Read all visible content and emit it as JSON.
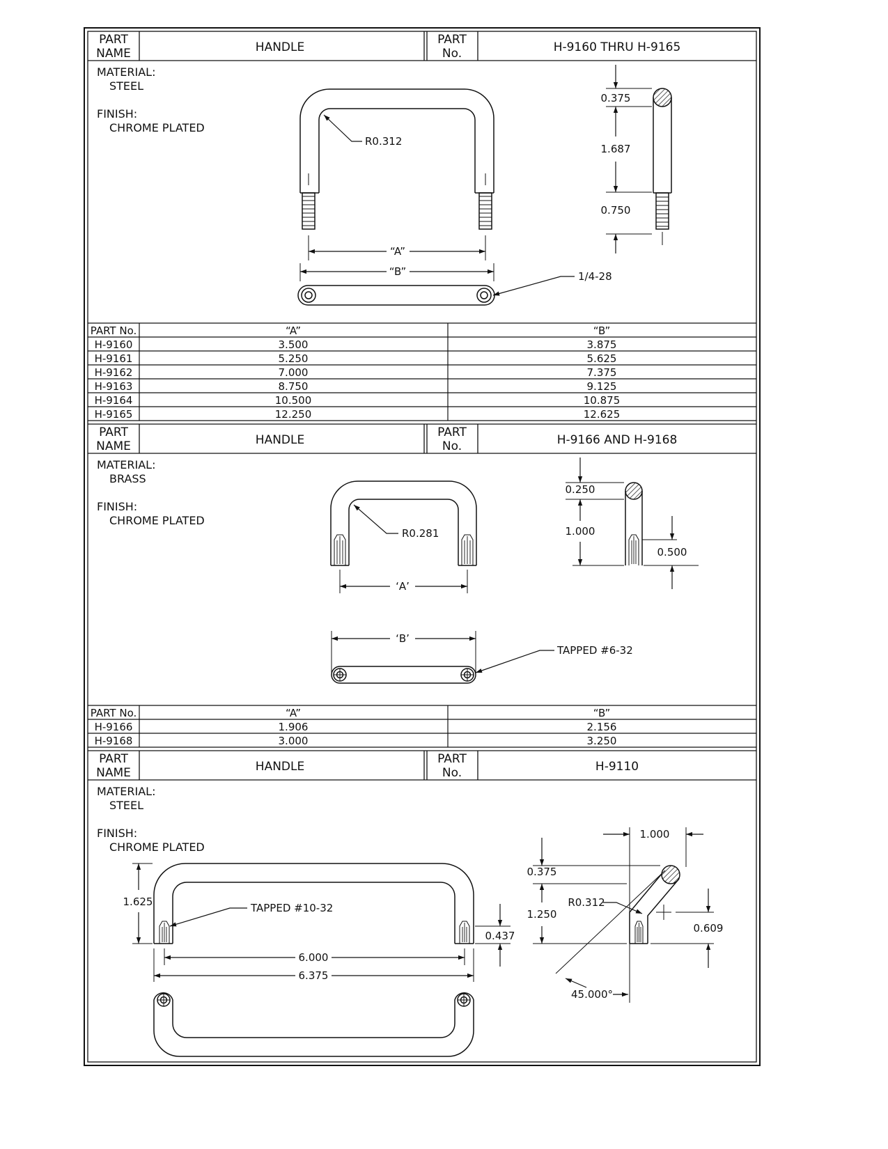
{
  "sections": [
    {
      "part_name_label": [
        "PART",
        "NAME"
      ],
      "part_name": "HANDLE",
      "part_no_label": [
        "PART",
        "No."
      ],
      "part_no": "H-9160  THRU  H-9165",
      "material_label": "MATERIAL:",
      "material": "STEEL",
      "finish_label": "FINISH:",
      "finish": "CHROME PLATED",
      "callouts": {
        "radius": "R0.312",
        "a": "“A”",
        "b": "“B”",
        "thread": "1/4-28"
      },
      "dims": {
        "dia": "0.375",
        "height": "1.687",
        "stud": "0.750"
      },
      "table": {
        "headers": [
          "PART No.",
          "“A”",
          "“B”"
        ],
        "rows": [
          [
            "H-9160",
            "3.500",
            "3.875"
          ],
          [
            "H-9161",
            "5.250",
            "5.625"
          ],
          [
            "H-9162",
            "7.000",
            "7.375"
          ],
          [
            "H-9163",
            "8.750",
            "9.125"
          ],
          [
            "H-9164",
            "10.500",
            "10.875"
          ],
          [
            "H-9165",
            "12.250",
            "12.625"
          ]
        ]
      }
    },
    {
      "part_name_label": [
        "PART",
        "NAME"
      ],
      "part_name": "HANDLE",
      "part_no_label": [
        "PART",
        "No."
      ],
      "part_no": "H-9166  AND  H-9168",
      "material_label": "MATERIAL:",
      "material": "BRASS",
      "finish_label": "FINISH:",
      "finish": "CHROME PLATED",
      "callouts": {
        "radius": "R0.281",
        "a": "‘A’",
        "b": "‘B’",
        "thread": "TAPPED #6-32"
      },
      "dims": {
        "dia": "0.250",
        "height": "1.000",
        "tap": "0.500"
      },
      "table": {
        "headers": [
          "PART No.",
          "“A”",
          "“B”"
        ],
        "rows": [
          [
            "H-9166",
            "1.906",
            "2.156"
          ],
          [
            "H-9168",
            "3.000",
            "3.250"
          ]
        ]
      }
    },
    {
      "part_name_label": [
        "PART",
        "NAME"
      ],
      "part_name": "HANDLE",
      "part_no_label": [
        "PART",
        "No."
      ],
      "part_no": "H-9110",
      "material_label": "MATERIAL:",
      "material": "STEEL",
      "finish_label": "FINISH:",
      "finish": "CHROME PLATED",
      "callouts": {
        "thread": "TAPPED #10-32",
        "radius": "R0.312",
        "angle": "45.000°"
      },
      "dims": {
        "height": "1.625",
        "tap": "0.437",
        "inner": "6.000",
        "outer": "6.375",
        "offset": "1.000",
        "dia": "0.375",
        "rise": "1.250",
        "drop": "0.609"
      }
    }
  ]
}
